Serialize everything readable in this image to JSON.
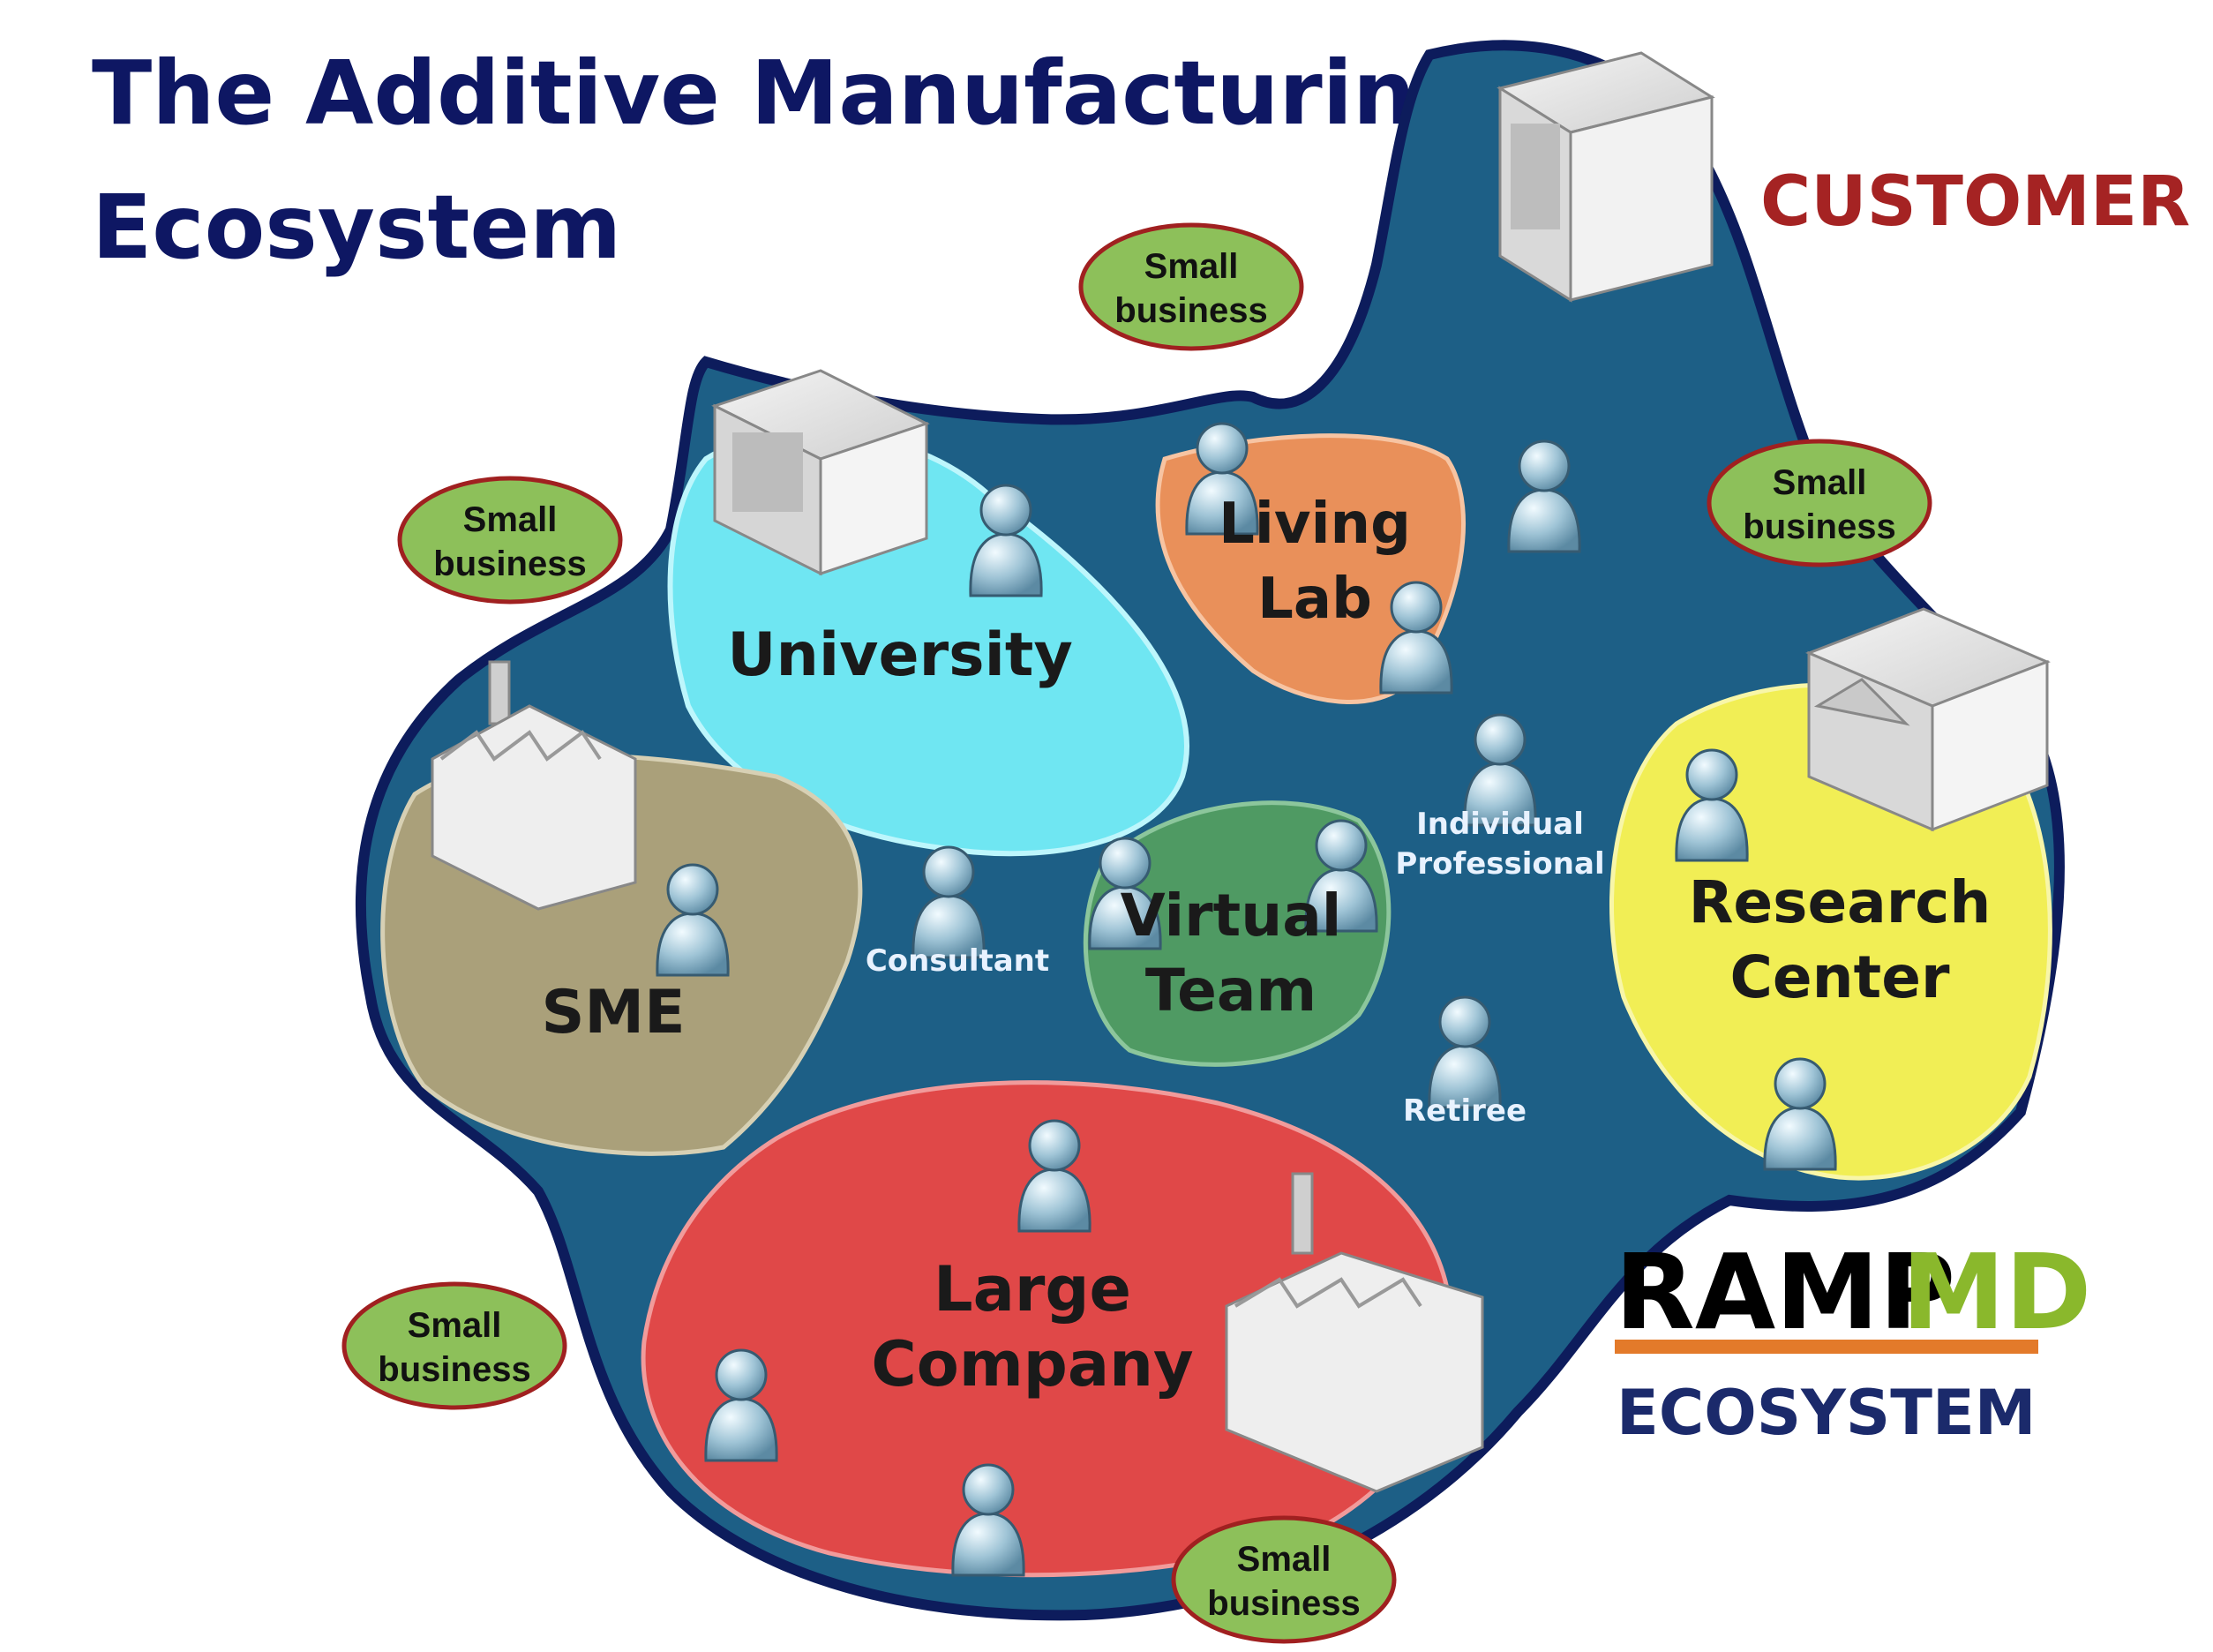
{
  "title": {
    "line1": "The Additive Manufacturing",
    "line2": "Ecosystem"
  },
  "regions": {
    "university": "University",
    "living_lab_line1": "Living",
    "living_lab_line2": "Lab",
    "sme": "SME",
    "virtual_team_line1": "Virtual",
    "virtual_team_line2": "Team",
    "research_center_line1": "Research",
    "research_center_line2": "Center",
    "large_company_line1": "Large",
    "large_company_line2": "Company"
  },
  "people_labels": {
    "consultant": "Consultant",
    "individual_professional_line1": "Individual",
    "individual_professional_line2": "Professional",
    "retiree": "Retiree"
  },
  "customer": "CUSTOMER",
  "logo": {
    "ramp": "RAMP",
    "md": "MD",
    "ecosystem": "ECOSYSTEM"
  },
  "small_business": {
    "line1": "Small",
    "line2": "business"
  },
  "colors": {
    "title": "#0e1763",
    "sea": "#1d5f86",
    "university": "#6fe6f2",
    "living_lab": "#e9905a",
    "sme": "#aaa07a",
    "virtual_team": "#4f9a63",
    "research_center": "#f1ee55",
    "large_company": "#e04848",
    "customer": "#a52323",
    "bubble_fill": "#8dc05a",
    "bubble_stroke": "#a02020"
  }
}
